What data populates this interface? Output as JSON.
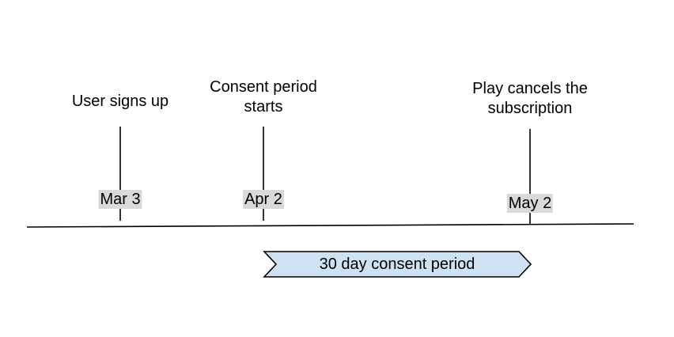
{
  "events": [
    {
      "label_lines": [
        "User signs up"
      ],
      "date": "Mar 3"
    },
    {
      "label_lines": [
        "Consent period",
        "starts"
      ],
      "date": "Apr 2"
    },
    {
      "label_lines": [
        "Play cancels the",
        "subscription"
      ],
      "date": "May 2"
    }
  ],
  "period_arrow": {
    "label": "30 day consent period",
    "fill_color": "#cfe2f3",
    "stroke_color": "#000000"
  },
  "colors": {
    "chip_background": "#d9d9d9",
    "line": "#000000"
  }
}
